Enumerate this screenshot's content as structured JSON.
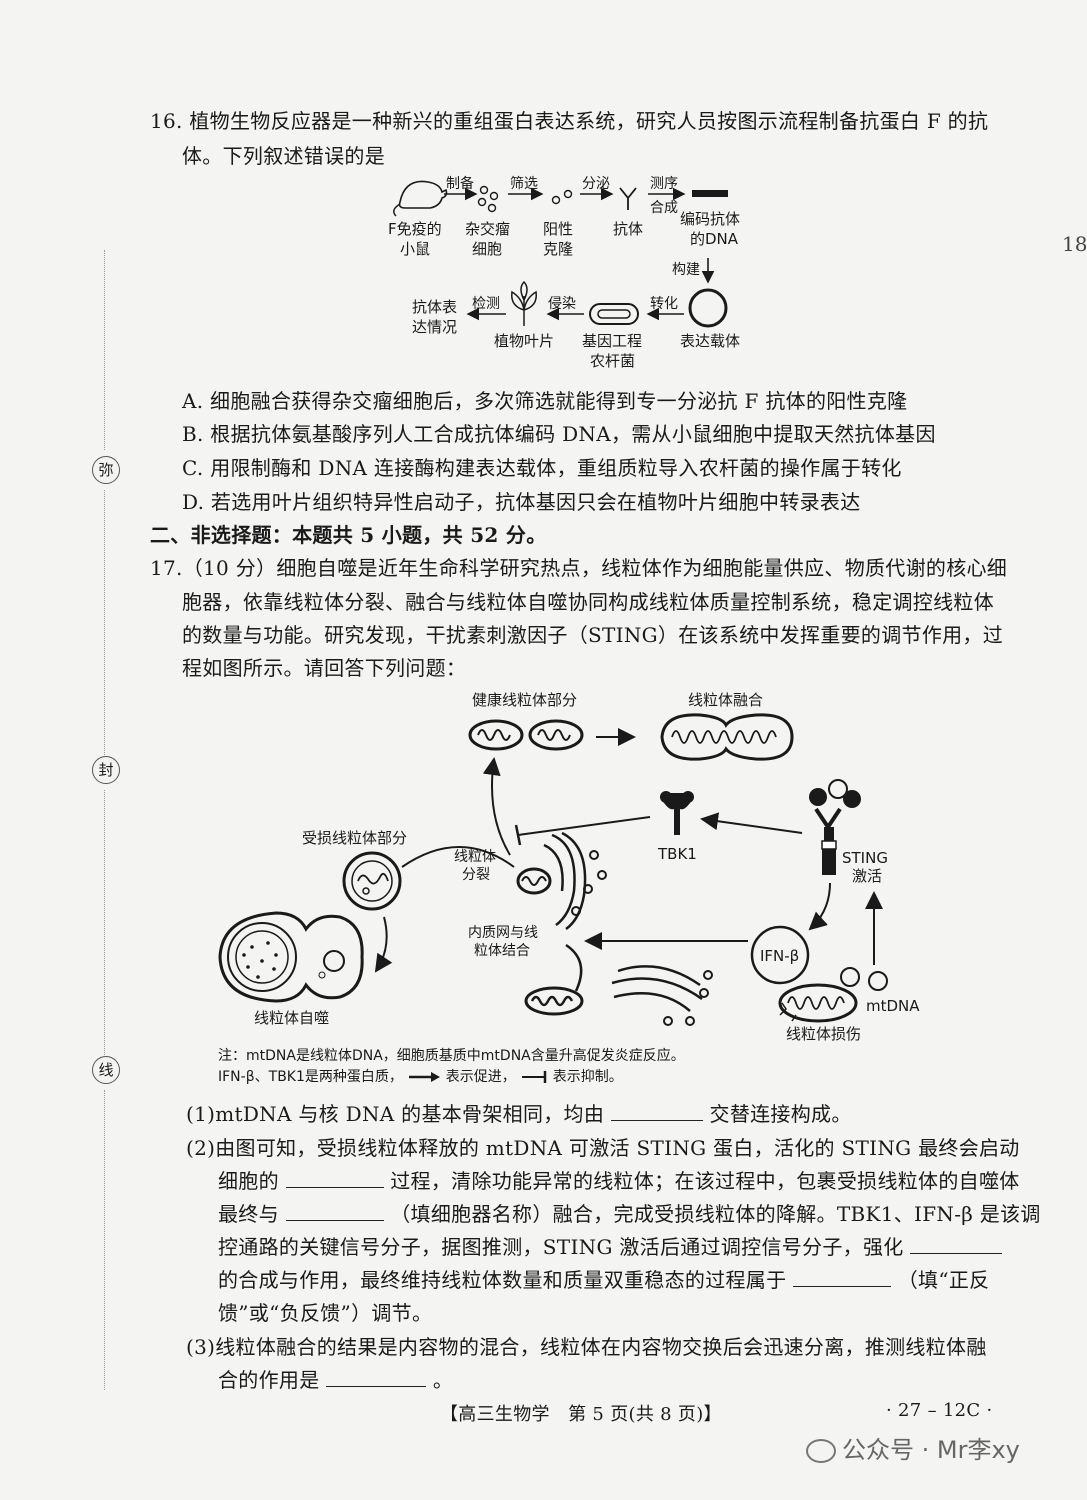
{
  "margin": {
    "seal_chars": [
      "弥",
      "封",
      "线"
    ],
    "edge_number": "18"
  },
  "q16": {
    "stem_line1": "16. 植物生物反应器是一种新兴的重组蛋白表达系统，研究人员按图示流程制备抗蛋白 F 的抗",
    "stem_line2": "体。下列叙述错误的是",
    "diagram": {
      "mouse_line1": "F免疫的",
      "mouse_line2": "小鼠",
      "arrow1": "制备",
      "hybridoma_line1": "杂交瘤",
      "hybridoma_line2": "细胞",
      "arrow2": "筛选",
      "positive_line1": "阳性",
      "positive_line2": "克隆",
      "arrow3": "分泌",
      "antibody": "抗体",
      "arrow4_line1": "测序",
      "arrow4_line2": "合成",
      "dna_line1": "编码抗体",
      "dna_line2": "的DNA",
      "arrow5": "构建",
      "vector": "表达载体",
      "arrow6": "转化",
      "agro_line1": "基因工程",
      "agro_line2": "农杆菌",
      "arrow7": "侵染",
      "leaf": "植物叶片",
      "arrow8": "检测",
      "expr_line1": "抗体表",
      "expr_line2": "达情况"
    },
    "options": [
      "A. 细胞融合获得杂交瘤细胞后，多次筛选就能得到专一分泌抗 F 抗体的阳性克隆",
      "B. 根据抗体氨基酸序列人工合成抗体编码 DNA，需从小鼠细胞中提取天然抗体基因",
      "C. 用限制酶和 DNA 连接酶构建表达载体，重组质粒导入农杆菌的操作属于转化",
      "D. 若选用叶片组织特异性启动子，抗体基因只会在植物叶片细胞中转录表达"
    ]
  },
  "section2": "二、非选择题：本题共 5 小题，共 52 分。",
  "q17": {
    "stem_lines": [
      "17.（10 分）细胞自噬是近年生命科学研究热点，线粒体作为细胞能量供应、物质代谢的核心细",
      "胞器，依靠线粒体分裂、融合与线粒体自噬协同构成线粒体质量控制系统，稳定调控线粒体",
      "的数量与功能。研究发现，干扰素刺激因子（STING）在该系统中发挥重要的调节作用，过",
      "程如图所示。请回答下列问题："
    ],
    "diagram": {
      "healthy": "健康线粒体部分",
      "fusion": "线粒体融合",
      "damaged_part": "受损线粒体部分",
      "fission_line1": "线粒体",
      "fission_line2": "分裂",
      "tbk1": "TBK1",
      "sting_line1": "STING",
      "sting_line2": "激活",
      "er_line1": "内质网与线",
      "er_line2": "粒体结合",
      "ifn": "IFN-β",
      "mtdna": "mtDNA",
      "mito_damage": "线粒体损伤",
      "mitophagy": "线粒体自噬"
    },
    "note_line1": "注：mtDNA是线粒体DNA，细胞质基质中mtDNA含量升高促发炎症反应。",
    "note_line2_a": "IFN-β、TBK1是两种蛋白质，",
    "note_line2_b": "表示促进，",
    "note_line2_c": "表示抑制。",
    "sub1_a": "(1)mtDNA 与核 DNA 的基本骨架相同，均由",
    "sub1_b": "交替连接构成。",
    "sub2_l1": "(2)由图可知，受损线粒体释放的 mtDNA 可激活 STING 蛋白，活化的 STING 最终会启动",
    "sub2_l2a": "细胞的",
    "sub2_l2b": "过程，清除功能异常的线粒体；在该过程中，包裹受损线粒体的自噬体",
    "sub2_l3a": "最终与",
    "sub2_l3b": "（填细胞器名称）融合，完成受损线粒体的降解。TBK1、IFN-β 是该调",
    "sub2_l4a": "控通路的关键信号分子，据图推测，STING 激活后通过调控信号分子，强化",
    "sub2_l5a": "的合成与作用，最终维持线粒体数量和质量双重稳态的过程属于",
    "sub2_l5b": "（填“正反",
    "sub2_l6": "馈”或“负反馈”）调节。",
    "sub3_l1": "(3)线粒体融合的结果是内容物的混合，线粒体在内容物交换后会迅速分离，推测线粒体融",
    "sub3_l2a": "合的作用是",
    "sub3_l2b": "。"
  },
  "footer": {
    "center": "【高三生物学　第 5 页(共 8 页)】",
    "right": "· 27 – 12C ·"
  },
  "watermark": "公众号 · Mr李xy"
}
